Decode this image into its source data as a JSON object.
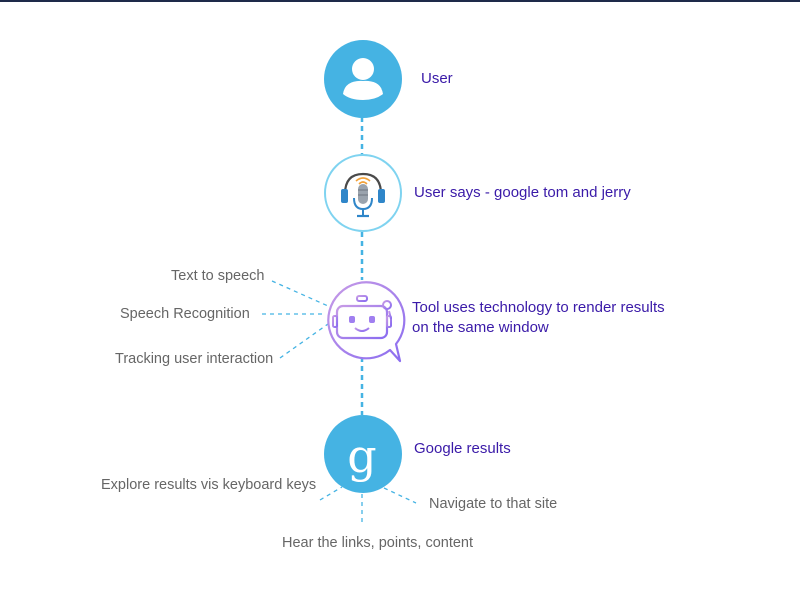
{
  "diagram": {
    "accent_color": "#45b3e3",
    "text_color": "#3a1aa8",
    "side_text_color": "#666666",
    "steps": [
      {
        "icon": "user-icon",
        "label": "User"
      },
      {
        "icon": "microphone-headphones-icon",
        "label": "User says - google tom and jerry"
      },
      {
        "icon": "robot-chat-icon",
        "label_line1": "Tool uses technology to render results",
        "label_line2": "on the same window"
      },
      {
        "icon": "google-g-icon",
        "label": "Google results"
      }
    ],
    "tool_features": [
      "Text to speech",
      "Speech Recognition",
      "Tracking user interaction"
    ],
    "result_actions": [
      "Explore results vis keyboard keys",
      "Navigate to that site",
      "Hear the links, points, content"
    ]
  }
}
